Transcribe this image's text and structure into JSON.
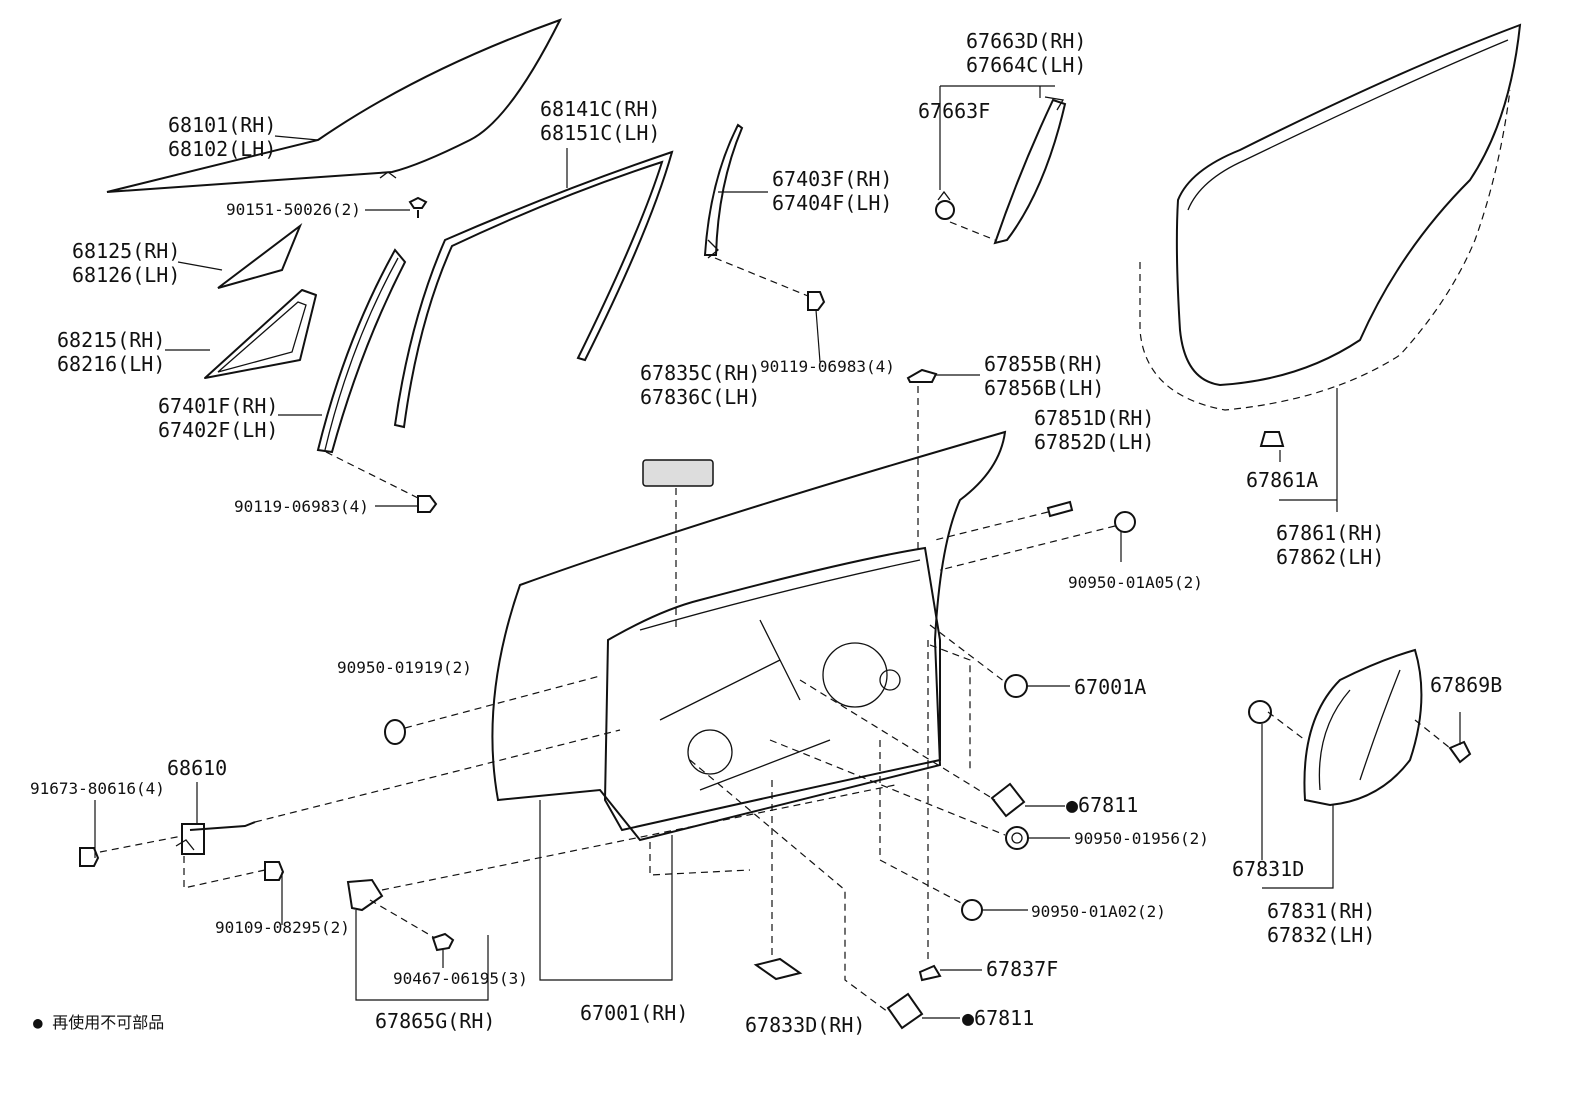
{
  "diagram": {
    "labels": {
      "glass_rh": "68101(RH)",
      "glass_lh": "68102(LH)",
      "bolt_90151": "90151-50026(2)",
      "quarter_glass_rh": "68125(RH)",
      "quarter_glass_lh": "68126(LH)",
      "quarter_seal_rh": "68215(RH)",
      "quarter_seal_lh": "68216(LH)",
      "channel_rh": "67401F(RH)",
      "channel_lh": "67402F(LH)",
      "bolt_90119_a": "90119-06983(4)",
      "run_rh": "68141C(RH)",
      "run_lh": "68151C(LH)",
      "rear_channel_rh": "67403F(RH)",
      "rear_channel_lh": "67404F(LH)",
      "bolt_90119_b": "90119-06983(4)",
      "garnish_rh": "67663D(RH)",
      "garnish_lh": "67664C(LH)",
      "clip_67663f": "67663F",
      "cover_rh": "67835C(RH)",
      "cover_lh": "67836C(LH)",
      "clip_67855_rh": "67855B(RH)",
      "clip_67856_lh": "67856B(LH)",
      "clip_67851_rh": "67851D(RH)",
      "clip_67852_lh": "67852D(LH)",
      "plug_90950_a05": "90950-01A05(2)",
      "clip_67861a": "67861A",
      "weatherstrip_rh": "67861(RH)",
      "weatherstrip_lh": "67862(LH)",
      "plug_90950_01919": "90950-01919(2)",
      "cushion_67001a": "67001A",
      "seal_67811_a": "●67811",
      "plug_90950_01956": "90950-01956(2)",
      "clip_67831d": "67831D",
      "service_cover_rh": "67831(RH)",
      "service_cover_lh": "67832(LH)",
      "clip_67869b": "67869B",
      "check_68610": "68610",
      "bolt_91673": "91673-80616(4)",
      "bolt_90109": "90109-08295(2)",
      "screw_90467": "90467-06195(3)",
      "plug_90950_a02": "90950-01A02(2)",
      "clip_67837f": "67837F",
      "seal_67811_b": "●67811",
      "door_panel_rh": "67001(RH)",
      "bracket_67865g": "67865G(RH)",
      "cover_67833d": "67833D(RH)",
      "footnote": "● 再使用不可部品"
    }
  }
}
